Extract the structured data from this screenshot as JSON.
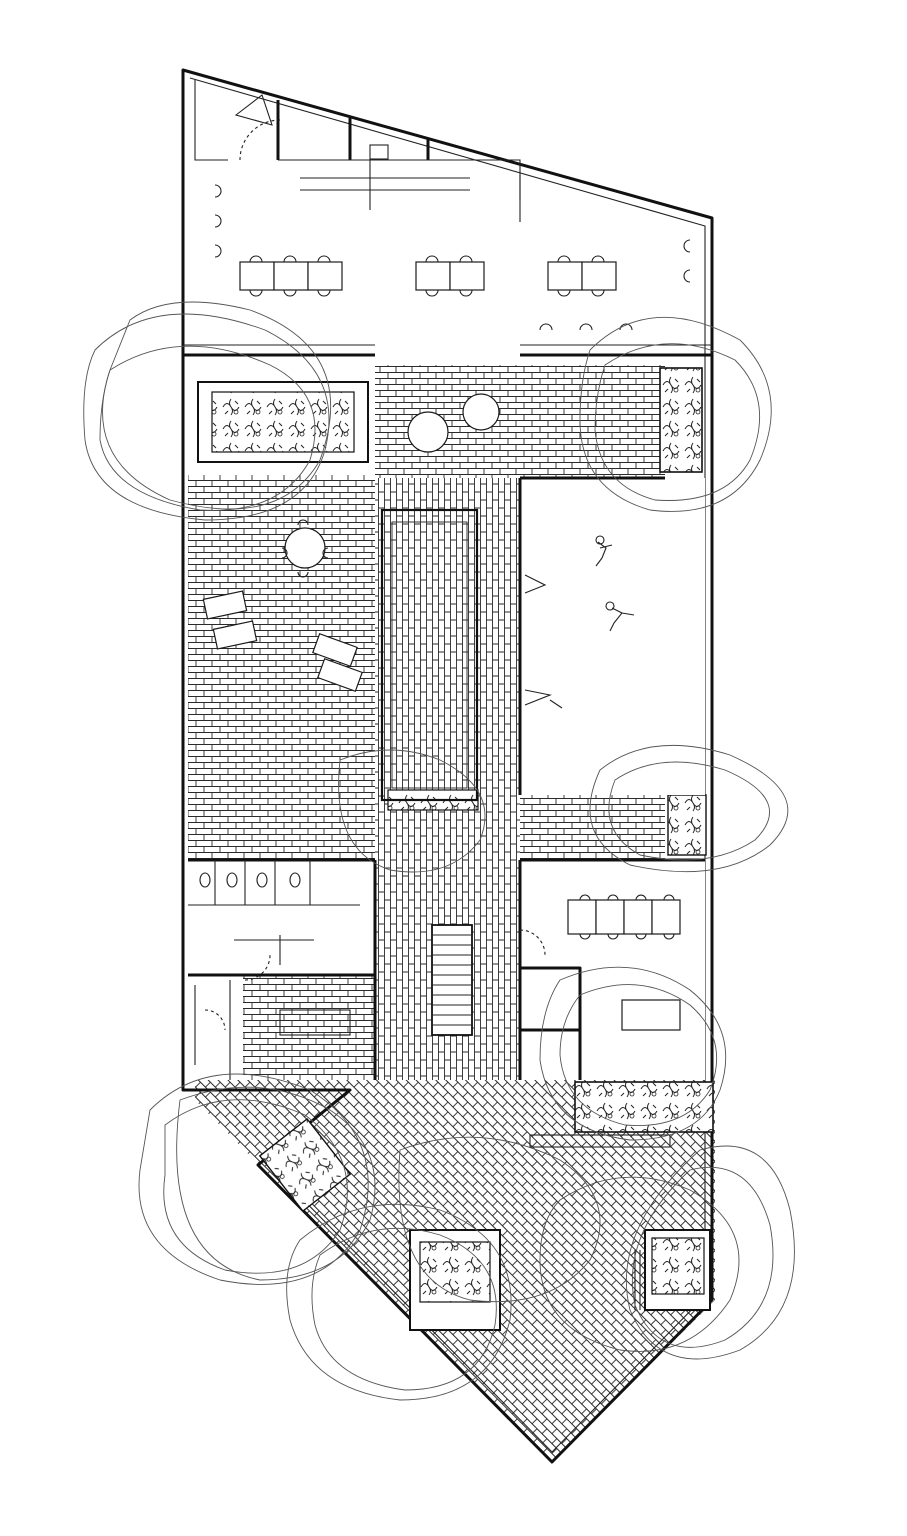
{
  "drawing": {
    "kind": "hand-drawn architectural floor plan",
    "ink_color": "#1b1b1b",
    "paper_color": "#ffffff",
    "tree_line_color": "#555555"
  },
  "zones": [
    {
      "id": "classroom-north",
      "fill": "plain"
    },
    {
      "id": "courtyard-west",
      "fill": "brick"
    },
    {
      "id": "central-walkway",
      "fill": "brick"
    },
    {
      "id": "play-yard-east",
      "fill": "plain"
    },
    {
      "id": "restrooms",
      "fill": "plain"
    },
    {
      "id": "central-hall",
      "fill": "brick"
    },
    {
      "id": "classroom-east",
      "fill": "plain"
    },
    {
      "id": "entrance-plaza-south",
      "fill": "brick"
    }
  ],
  "icons": [
    "tree-canopy-icon",
    "planter-icon",
    "round-table-icon",
    "stair-icon",
    "door-swing-icon",
    "child-figure-icon"
  ]
}
